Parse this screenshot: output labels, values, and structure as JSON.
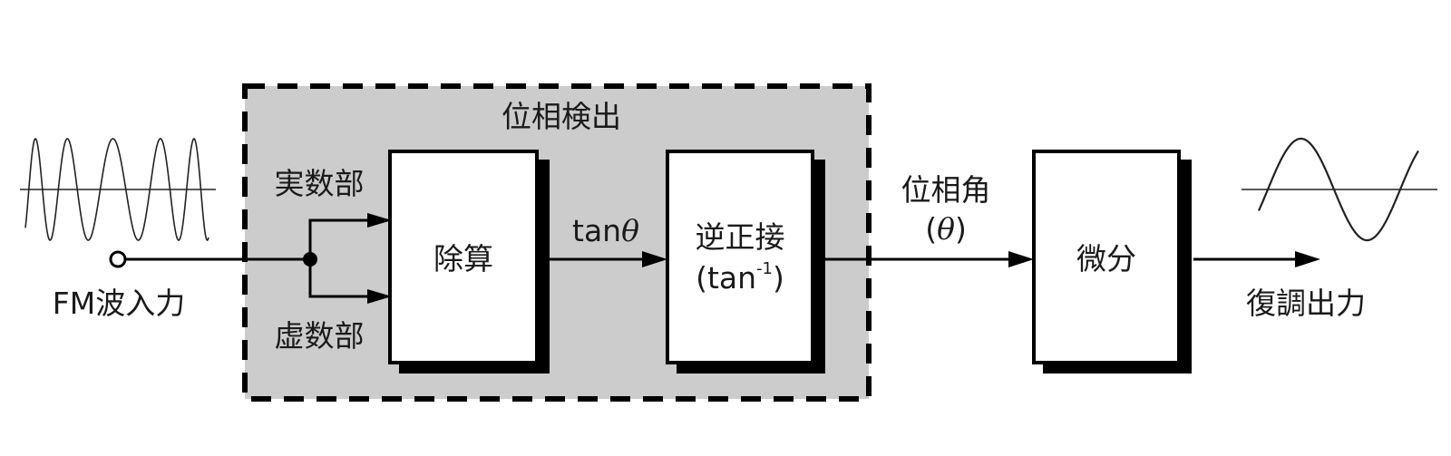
{
  "diagram": {
    "group": {
      "title": "位相検出",
      "fill": "#cccccc"
    },
    "input": {
      "label": "FM波入力",
      "waveform": "fm-modulated-wave"
    },
    "branches": {
      "real": "実数部",
      "imag": "虚数部"
    },
    "blocks": {
      "divide": {
        "label": "除算"
      },
      "arctan": {
        "label": "逆正接",
        "formula_prefix": "(tan",
        "formula_sup": "-1",
        "formula_suffix": ")"
      },
      "diff": {
        "label": "微分"
      }
    },
    "signals": {
      "tan": {
        "prefix": "tan",
        "symbol": "θ"
      },
      "phase": {
        "label": "位相角",
        "open": "(",
        "symbol": "θ",
        "close": ")"
      }
    },
    "output": {
      "label": "復調出力",
      "waveform": "sine-wave"
    }
  }
}
